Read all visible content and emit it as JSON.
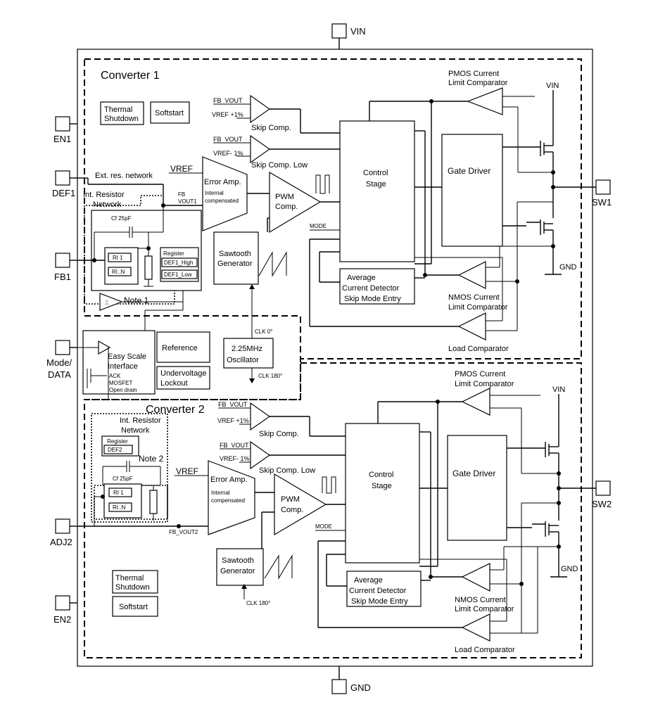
{
  "pins": {
    "vin": "VIN",
    "gnd": "GND",
    "en1": "EN1",
    "def1": "DEF1",
    "fb1": "FB1",
    "mode": "Mode/",
    "mode2": "DATA",
    "adj2": "ADJ2",
    "en2": "EN2",
    "sw1": "SW1",
    "sw2": "SW2"
  },
  "converter1": {
    "title": "Converter 1",
    "thermal1": "Thermal",
    "thermal2": "Shutdown",
    "softstart": "Softstart",
    "fb_vout": "FB_VOUT",
    "vref_p1": "VREF +1%",
    "skip_comp": "Skip Comp.",
    "vref_m1": "VREF- 1%",
    "skip_comp_low": "Skip Comp. Low",
    "vref": "VREF",
    "err_amp": "Error Amp.",
    "internal": "Internal",
    "compensated": "compensated",
    "fb_label": "FB",
    "vout1_label": "VOUT1",
    "pwm1": "PWM",
    "pwm2": "Comp.",
    "mode_sig": "MODE",
    "control1": "Control",
    "control2": "Stage",
    "gate_driver": "Gate Driver",
    "pmos1": "PMOS Current",
    "pmos2": "Limit Comparator",
    "vin": "VIN",
    "gnd": "GND",
    "nmos1": "NMOS Current",
    "nmos2": "Limit Comparator",
    "load": "Load Comparator",
    "avg1": "Average",
    "avg2": "Current Detector",
    "avg3": "Skip Mode Entry",
    "saw1": "Sawtooth",
    "saw2": "Generator",
    "ext_res": "Ext. res. network",
    "int_res1": "Int. Resistor",
    "int_res2": "Network",
    "cf": "Cf 25pF",
    "ri1": "RI 1",
    "rin": "RI..N",
    "register": "Register",
    "def_high": "DEF1_High",
    "def_low": "DEF1_Low",
    "note1": "Note 1"
  },
  "shared": {
    "osc1": "2.25MHz",
    "osc2": "Oscillator",
    "clk0": "CLK 0°",
    "clk180": "CLK 180°",
    "reference": "Reference",
    "uv1": "Undervoltage",
    "uv2": "Lockout",
    "easy1": "Easy Scale",
    "easy2": "Interface",
    "ack": "ACK",
    "mosfet": "MOSFET",
    "open_drain": "Open drain"
  },
  "converter2": {
    "title": "Converter 2",
    "int_res1": "Int. Resistor",
    "int_res2": "Network",
    "register": "Register",
    "def2": "DEF2",
    "note2": "Note 2",
    "cf": "Cf 25pF",
    "ri1": "RI 1",
    "rin": "RI..N",
    "vref": "VREF",
    "fb_vout2": "FB_VOUT2",
    "fb_vout": "FB_VOUT",
    "vref_p1": "VREF +1%",
    "skip_comp": "Skip Comp.",
    "vref_m1": "VREF- 1%",
    "skip_comp_low": "Skip Comp. Low",
    "err_amp": "Error Amp.",
    "internal": "Internal",
    "compensated": "compensated",
    "pwm1": "PWM",
    "pwm2": "Comp.",
    "mode_sig": "MODE",
    "control1": "Control",
    "control2": "Stage",
    "gate_driver": "Gate Driver",
    "pmos1": "PMOS Current",
    "pmos2": "Limit Comparator",
    "vin": "VIN",
    "gnd": "GND",
    "nmos1": "NMOS Current",
    "nmos2": "Limit Comparator",
    "load": "Load Comparator",
    "avg1": "Average",
    "avg2": "Current Detector",
    "avg3": "Skip Mode Entry",
    "saw1": "Sawtooth",
    "saw2": "Generator",
    "clk180": "CLK 180°",
    "thermal1": "Thermal",
    "thermal2": "Shutdown",
    "softstart": "Softstart"
  }
}
